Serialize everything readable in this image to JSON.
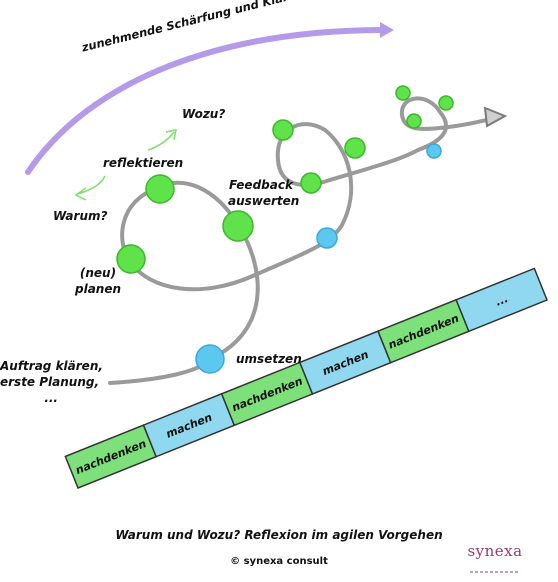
{
  "header_arrow_label": "zunehmende Schärfung und Klarheit",
  "labels": {
    "wozu": "Wozu?",
    "reflektieren": "reflektieren",
    "warum": "Warum?",
    "neu_planen_line1": "(neu)",
    "neu_planen_line2": "planen",
    "feedback_line1": "Feedback",
    "feedback_line2": "auswerten",
    "umsetzen": "umsetzen",
    "auftrag_line1": "Auftrag klären,",
    "auftrag_line2": "erste Planung,",
    "auftrag_line3": "..."
  },
  "band": {
    "segments": [
      {
        "label": "nachdenken",
        "kind": "think"
      },
      {
        "label": "machen",
        "kind": "do"
      },
      {
        "label": "nachdenken",
        "kind": "think"
      },
      {
        "label": "machen",
        "kind": "do"
      },
      {
        "label": "nachdenken",
        "kind": "think"
      },
      {
        "label": "...",
        "kind": "do"
      }
    ]
  },
  "caption": "Warum und Wozu? Reflexion im agilen Vorgehen",
  "copyright": "© synexa consult",
  "logo": {
    "word": "synexa"
  },
  "colors": {
    "think": "#7ee07a",
    "do": "#8fd8ef",
    "spiral": "#9a9a9a",
    "green_node": "#5fe24a",
    "blue_node": "#5cc8f0",
    "header_arrow": "#b49ae8",
    "small_arrows": "#7ddf6a"
  }
}
